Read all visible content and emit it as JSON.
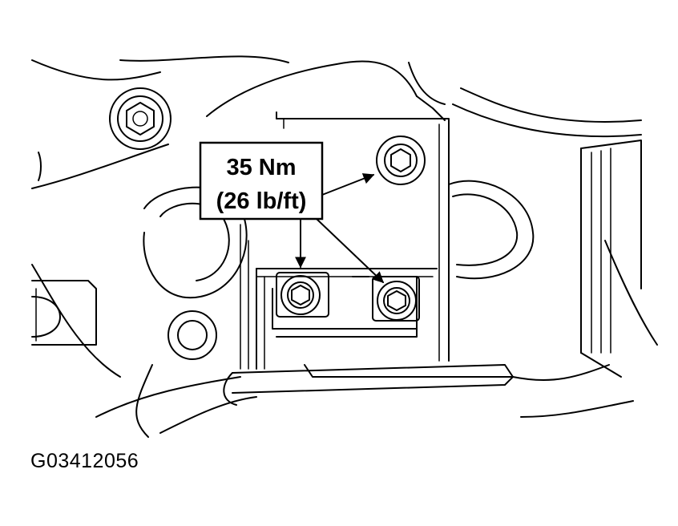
{
  "callout": {
    "torque_nm": "35 Nm",
    "torque_lbft": "(26 lb/ft)"
  },
  "figure_id": "G03412056",
  "colors": {
    "line": "#000000",
    "background": "#ffffff"
  }
}
